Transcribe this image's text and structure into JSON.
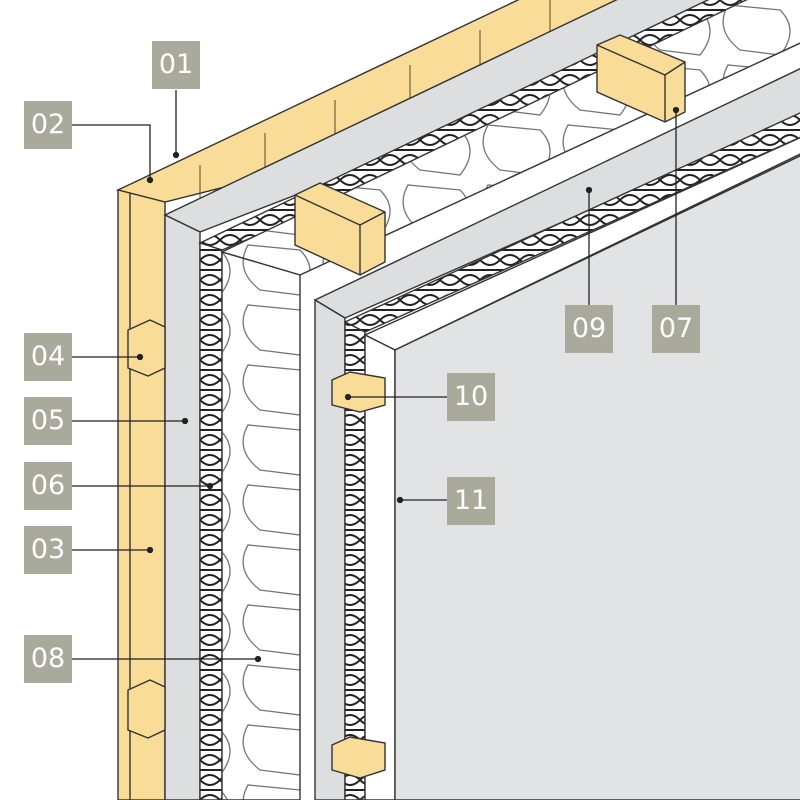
{
  "labels": {
    "l01": "01",
    "l02": "02",
    "l03": "03",
    "l04": "04",
    "l05": "05",
    "l06": "06",
    "l07": "07",
    "l08": "08",
    "l09": "09",
    "l10": "10",
    "l11": "11"
  },
  "colors": {
    "wood": "#f8dc97",
    "membrane": "#dcdedf",
    "label_bg": "#a9a99c",
    "panel": "#e2e3e4"
  }
}
